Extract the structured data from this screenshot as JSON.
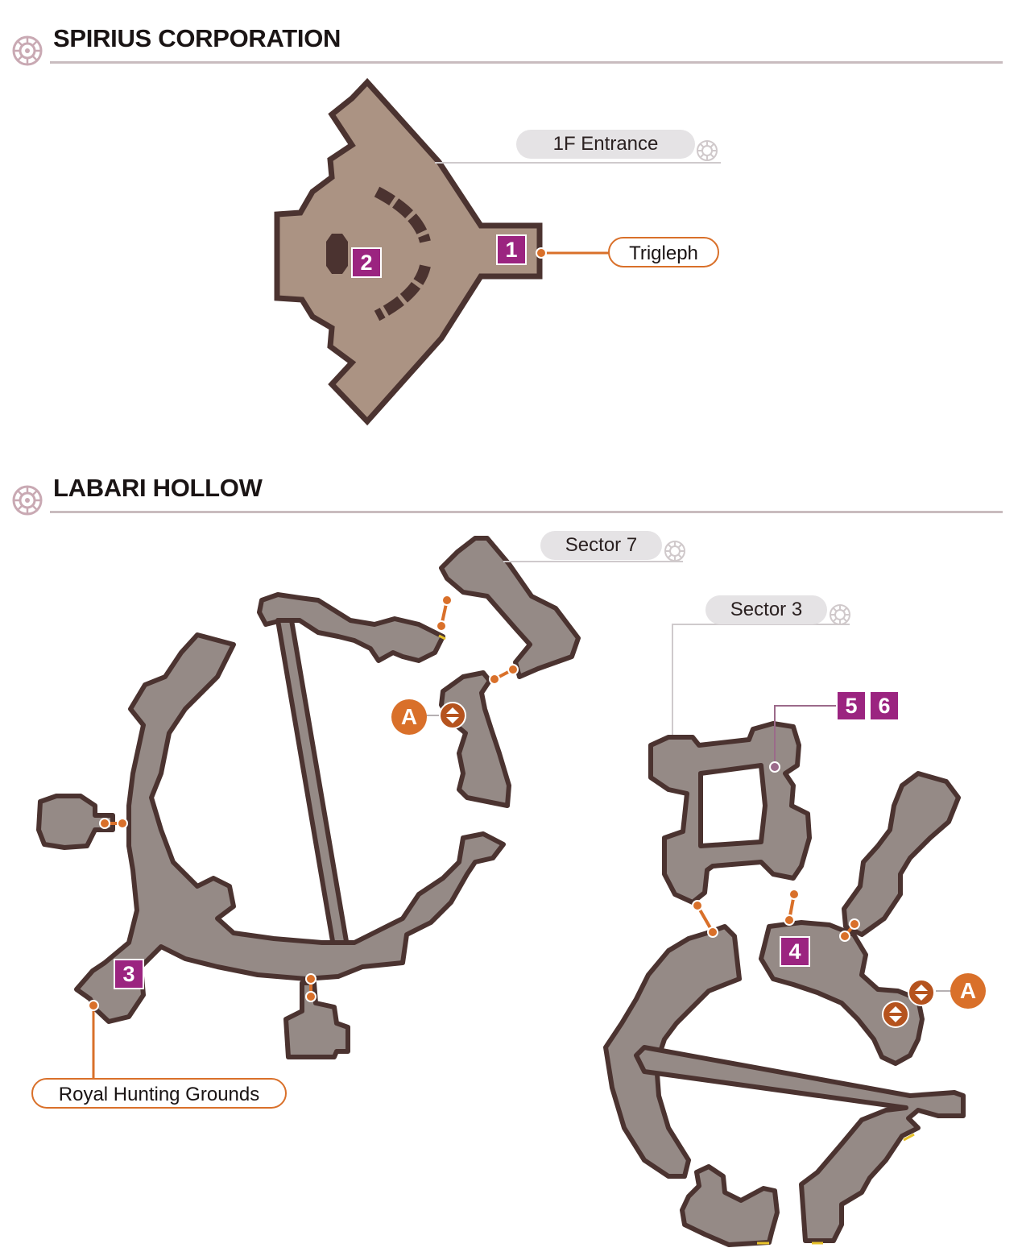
{
  "sections": [
    {
      "title": "SPIRIUS CORPORATION"
    },
    {
      "title": "LABARI HOLLOW"
    }
  ],
  "labels": {
    "entrance_1f": "1F Entrance",
    "trigleph": "Trigleph",
    "sector7": "Sector 7",
    "sector3": "Sector 3",
    "royal_hunting": "Royal Hunting Grounds"
  },
  "markers": {
    "m1": "1",
    "m2": "2",
    "m3": "3",
    "m4": "4",
    "m5": "5",
    "m6": "6"
  },
  "points": {
    "a_left": "A",
    "a_right": "A"
  },
  "colors": {
    "spirius_floor": "#ab9383",
    "cave_floor": "#958a86",
    "wall": "#4b3330",
    "marker": "#9b2480",
    "accent": "#d9702a",
    "label_bg": "#e5e3e5",
    "rule": "#c9bcbf"
  },
  "icons": {
    "section": "gear-wheel-icon",
    "label": "gear-wheel-icon",
    "elevator": "up-down-arrow-icon"
  }
}
